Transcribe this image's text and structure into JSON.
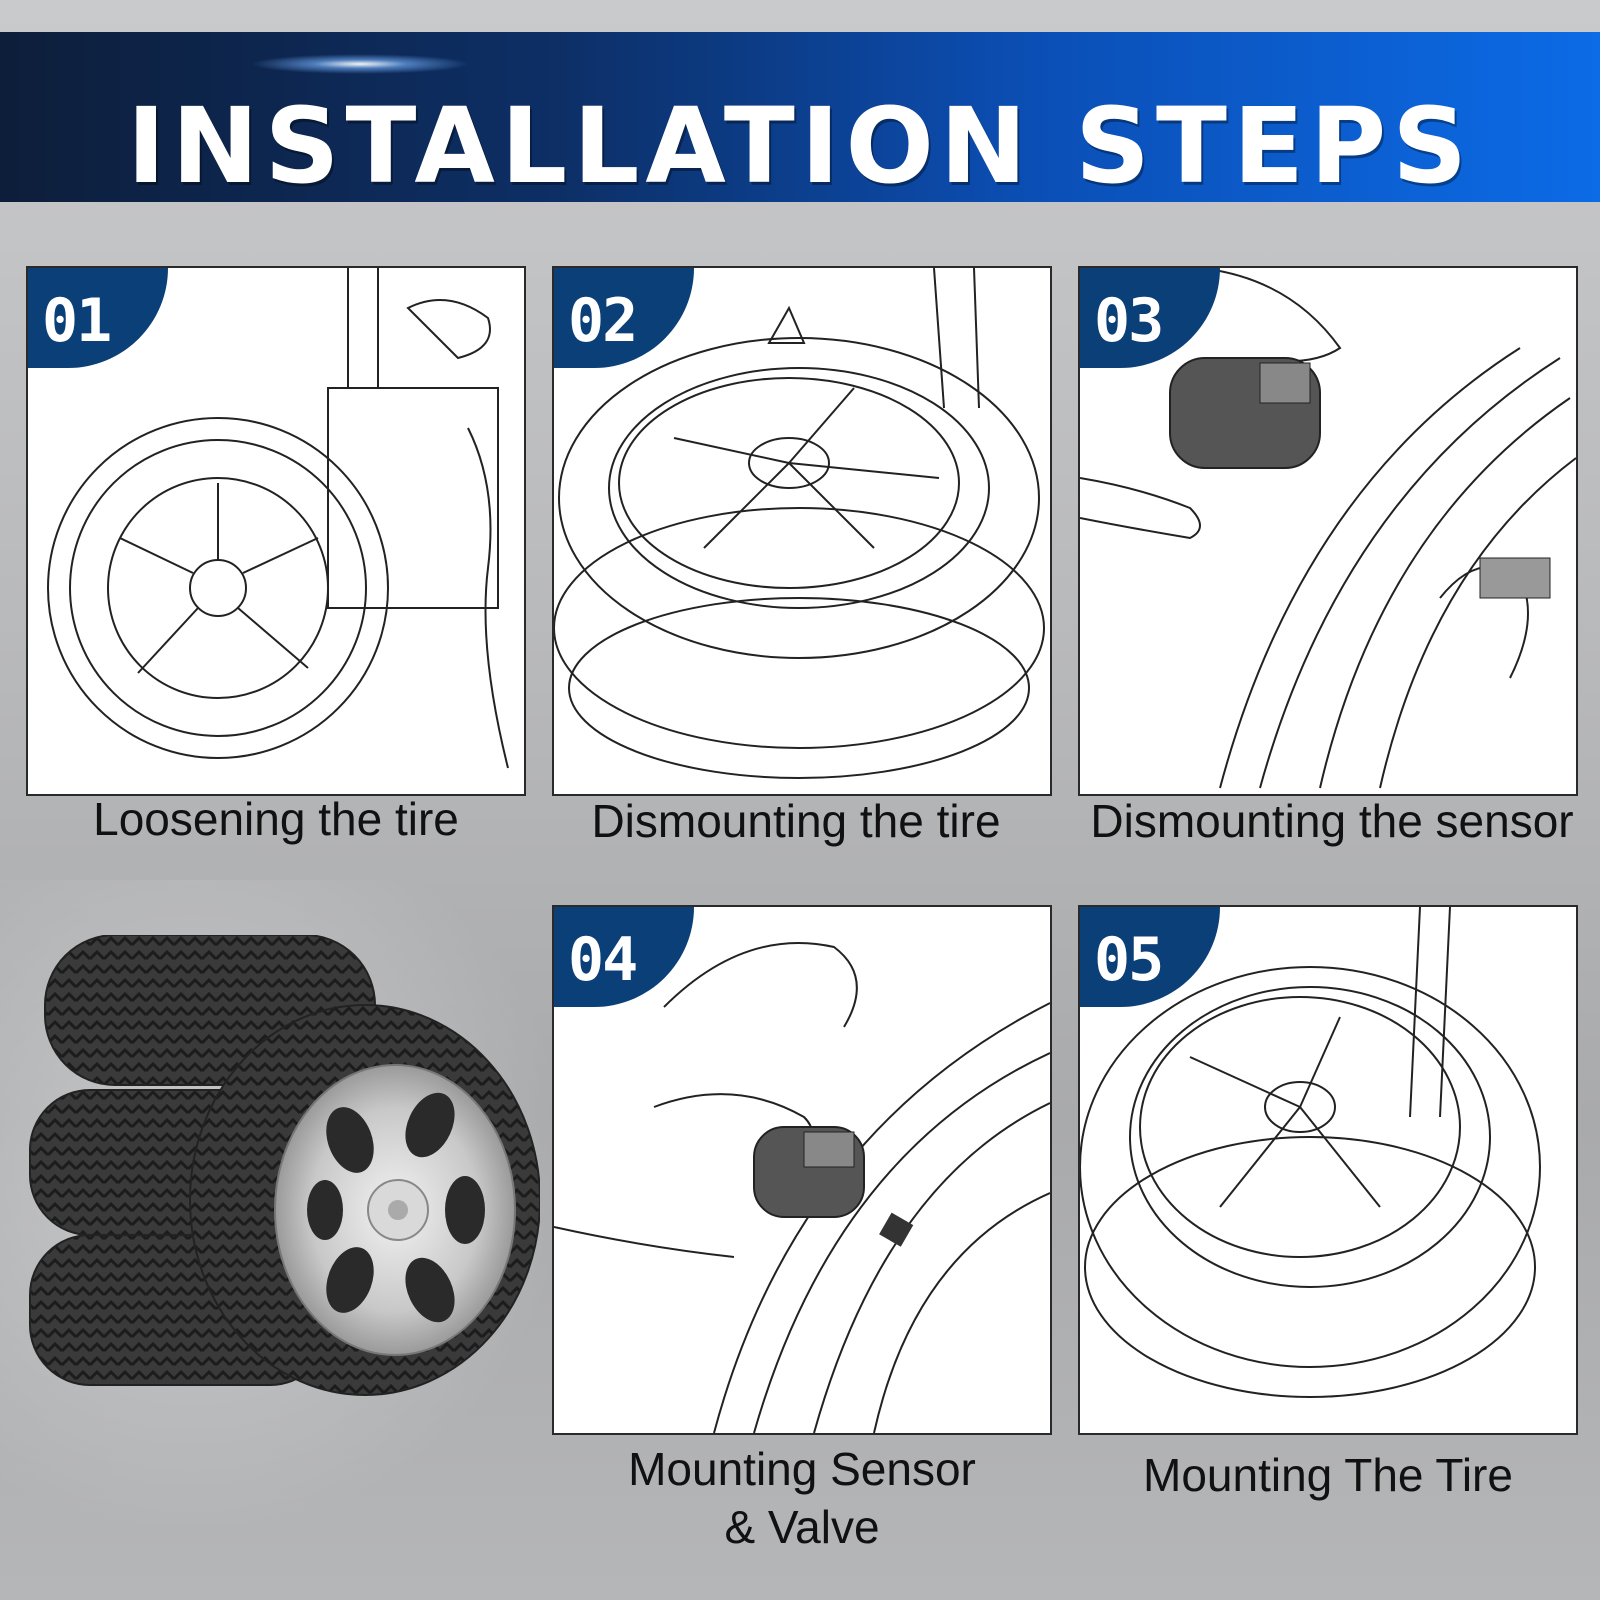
{
  "header": {
    "title": "INSTALLATION STEPS"
  },
  "steps": [
    {
      "number": "01",
      "caption": "Loosening the tire"
    },
    {
      "number": "02",
      "caption": "Dismounting the tire"
    },
    {
      "number": "03",
      "caption": "Dismounting the sensor"
    },
    {
      "number": "04",
      "caption_line1": "Mounting Sensor",
      "caption_line2": "& Valve"
    },
    {
      "number": "05",
      "caption": "Mounting The Tire"
    }
  ],
  "colors": {
    "banner_dark": "#0d1e3a",
    "banner_light": "#0c6be6",
    "badge": "#0b3f78"
  }
}
